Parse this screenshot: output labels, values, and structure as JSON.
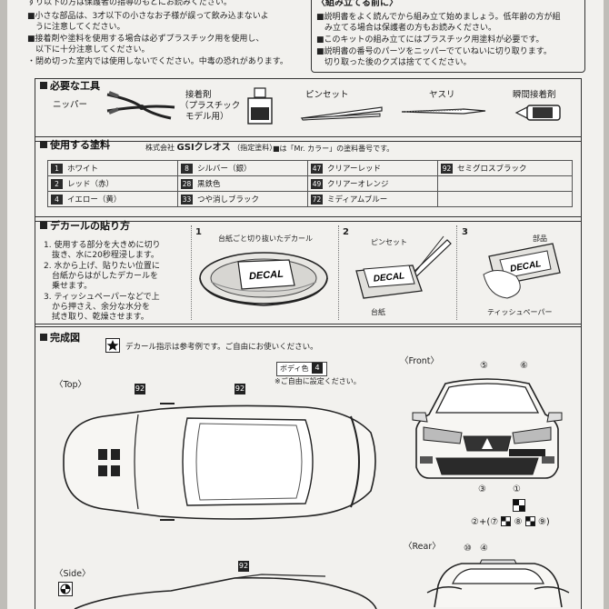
{
  "top_left_notes": [
    "すり以下の方は保護者の指導のもとにお読みください。",
    "■小さな部品は、3才以下の小さなお子様が誤って飲み込まないよ",
    "　うに注意してください。",
    "■接着剤や塗料を使用する場合は必ずプラスチック用を使用し、",
    "　以下に十分注意してください。",
    "・閉め切った室内では使用しないでください。中毒の恐れがあります。"
  ],
  "assembly_before": {
    "title": "〈組み立てる前に〉",
    "lines": [
      "■説明書をよく読んでから組み立て始めましょう。低年齢の方が組",
      "　み立てる場合は保護者の方もお読みください。",
      "■このキットの組み立てにはプラスチック用塗料が必要です。",
      "■説明書の番号のパーツをニッパーでていねいに切り取ります。",
      "　切り取った後のクズは捨ててください。"
    ]
  },
  "tools": {
    "header": "必要な工具",
    "nipper": "ニッパー",
    "glue_label": [
      "接着剤",
      "（プラスチック",
      "モデル用）"
    ],
    "tweezers": "ピンセット",
    "file": "ヤスリ",
    "instant_glue": "瞬間接着剤"
  },
  "paints": {
    "header": "使用する塗料",
    "maker": "株式会社",
    "maker_brand": "GSIクレオス",
    "maker_note": "（指定塗料）",
    "mr_note": "■は「Mr. カラー」の塗料番号です。",
    "rows": [
      [
        {
          "num": "1",
          "name": "ホワイト"
        },
        {
          "num": "8",
          "name": "シルバー（銀）"
        },
        {
          "num": "47",
          "name": "クリアーレッド"
        },
        {
          "num": "92",
          "name": "セミグロスブラック"
        }
      ],
      [
        {
          "num": "2",
          "name": "レッド（赤）"
        },
        {
          "num": "28",
          "name": "黒鉄色"
        },
        {
          "num": "49",
          "name": "クリアーオレンジ"
        },
        {
          "num": "",
          "name": ""
        }
      ],
      [
        {
          "num": "4",
          "name": "イエロー（黄）"
        },
        {
          "num": "33",
          "name": "つや消しブラック"
        },
        {
          "num": "72",
          "name": "ミディアムブルー"
        },
        {
          "num": "",
          "name": ""
        }
      ]
    ]
  },
  "decal": {
    "header": "デカールの貼り方",
    "steps": [
      "1. 使用する部分を大きめに切り",
      "　抜き、水に20秒程浸します。",
      "2. 水から上げ、貼りたい位置に",
      "　台紙からはがしたデカールを",
      "　乗せます。",
      "3. ティッシュペーパーなどで上",
      "　から押さえ、余分な水分を",
      "　拭き取り、乾燥させます。"
    ],
    "panel1_num": "1",
    "panel1_label": "台紙ごと切り抜いたデカール",
    "panel2_num": "2",
    "panel2_tweezers": "ピンセット",
    "panel2_backing": "台紙",
    "panel3_num": "3",
    "panel3_part": "部品",
    "panel3_tissue": "ティッシュペーパー",
    "decal_word": "DECAL"
  },
  "completed": {
    "header": "完成図",
    "star_note": "デカール指示は参考例です。ご自由にお使いください。",
    "body_color_label": "ボディ色",
    "body_color_num": "4",
    "body_color_note": "※ご自由に設定ください。",
    "top_label": "〈Top〉",
    "side_label": "〈Side〉",
    "front_label": "〈Front〉",
    "rear_label": "〈Rear〉",
    "top_num_left": "92",
    "top_num_right": "92",
    "side_num": "92",
    "front_num_5": "⑤",
    "front_num_6": "⑥",
    "front_num_3": "③",
    "front_num_1": "①",
    "front_combo": "②+(⑦",
    "front_combo_8": "⑧",
    "front_combo_9": "⑨)",
    "rear_num_10": "⑩",
    "rear_num_4": "④"
  }
}
